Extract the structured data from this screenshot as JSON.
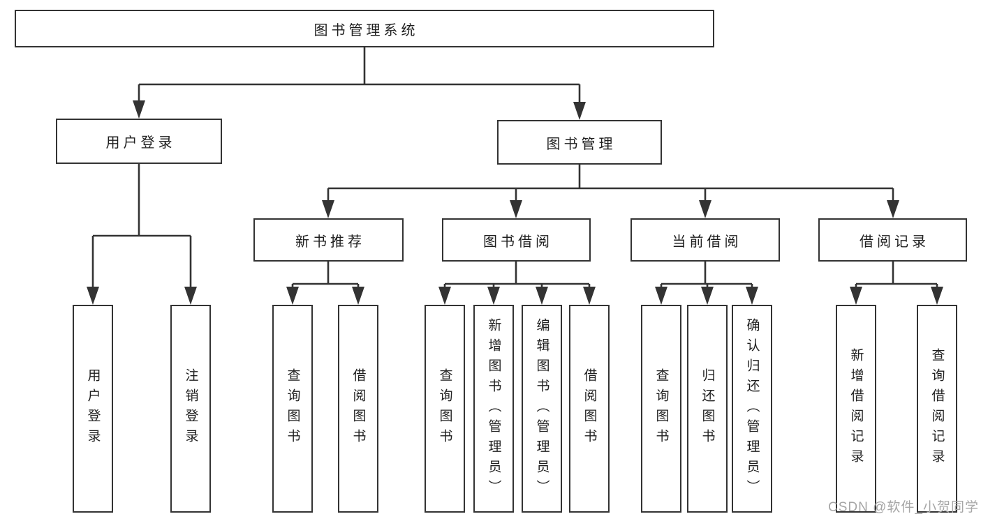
{
  "diagram": {
    "root": {
      "label": "图书管理系统"
    },
    "level1": [
      {
        "label": "用户登录",
        "children": [
          {
            "label": "用户登录"
          },
          {
            "label": "注销登录"
          }
        ]
      },
      {
        "label": "图书管理",
        "children": [
          {
            "label": "新书推荐",
            "children": [
              {
                "label": "查询图书"
              },
              {
                "label": "借阅图书"
              }
            ]
          },
          {
            "label": "图书借阅",
            "children": [
              {
                "label": "查询图书"
              },
              {
                "label": "新增图书（管理员）"
              },
              {
                "label": "编辑图书（管理员）"
              },
              {
                "label": "借阅图书"
              }
            ]
          },
          {
            "label": "当前借阅",
            "children": [
              {
                "label": "查询图书"
              },
              {
                "label": "归还图书"
              },
              {
                "label": "确认归还（管理员）"
              }
            ]
          },
          {
            "label": "借阅记录",
            "children": [
              {
                "label": "新增借阅记录"
              },
              {
                "label": "查询借阅记录"
              }
            ]
          }
        ]
      }
    ],
    "watermark": "CSDN @软件_小贺同学",
    "colors": {
      "line": "#333333",
      "text": "#1f1f1f",
      "watermark": "#a6a6a6",
      "background": "#ffffff"
    }
  }
}
